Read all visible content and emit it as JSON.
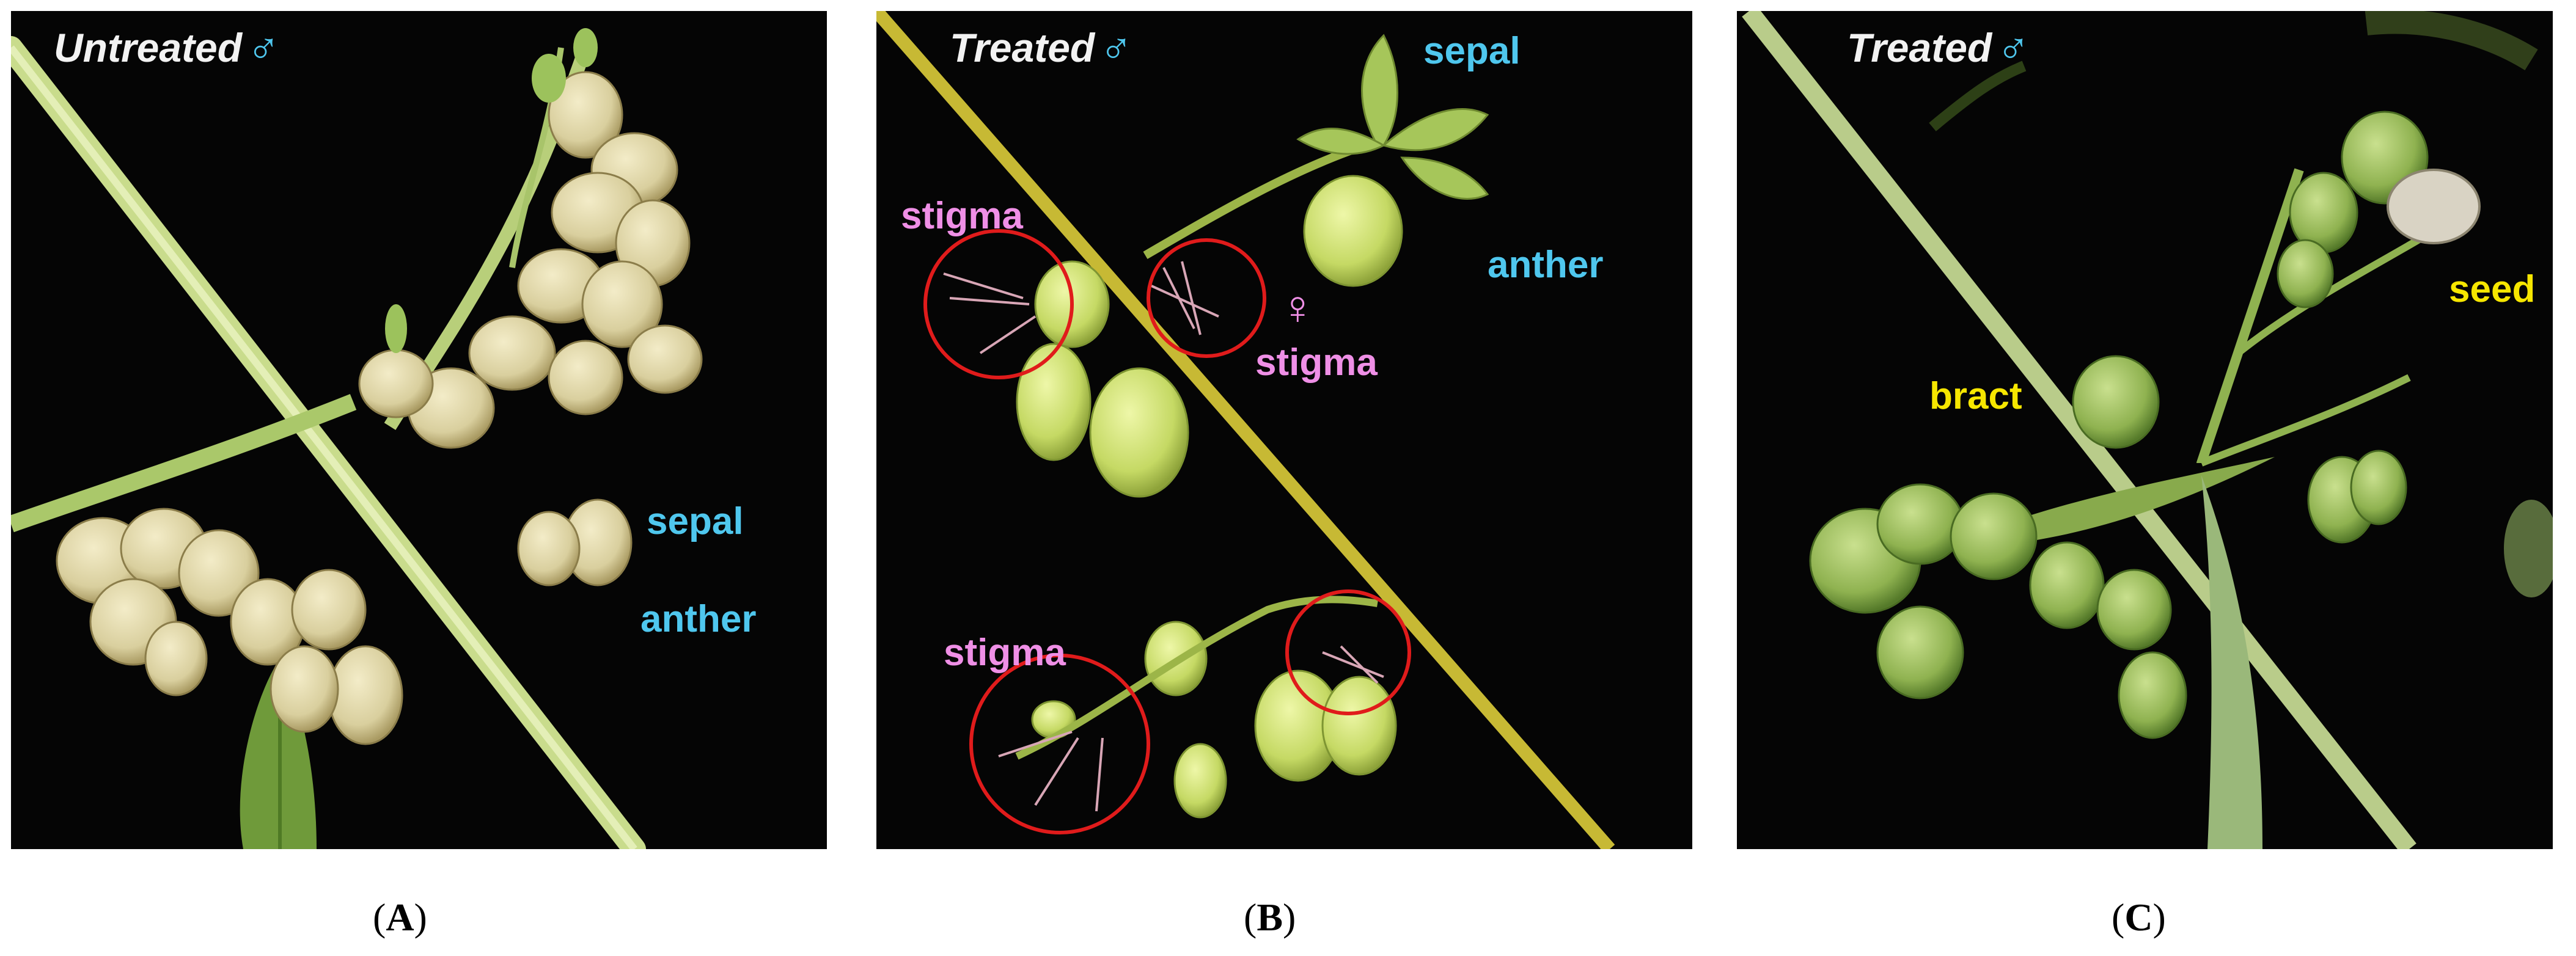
{
  "panels": [
    {
      "title": "Untreated",
      "title_symbol": "♂",
      "caption_letter": "A",
      "labels": {
        "sepal": "sepal",
        "anther": "anther"
      }
    },
    {
      "title": "Treated",
      "title_symbol": "♂",
      "caption_letter": "B",
      "labels": {
        "sepal": "sepal",
        "anther": "anther",
        "stigma_top_left": "stigma",
        "stigma_middle": "stigma",
        "stigma_bottom": "stigma",
        "female_symbol": "♀"
      }
    },
    {
      "title": "Treated",
      "title_symbol": "♂",
      "caption_letter": "C",
      "labels": {
        "bract": "bract",
        "seed": "seed"
      }
    }
  ],
  "colors": {
    "male_symbol": "#4fc7ee",
    "male_labels": "#4fc7ee",
    "female_labels": "#ef8fe6",
    "seed_labels": "#f6e600",
    "circle_highlight": "#e01b1b"
  }
}
